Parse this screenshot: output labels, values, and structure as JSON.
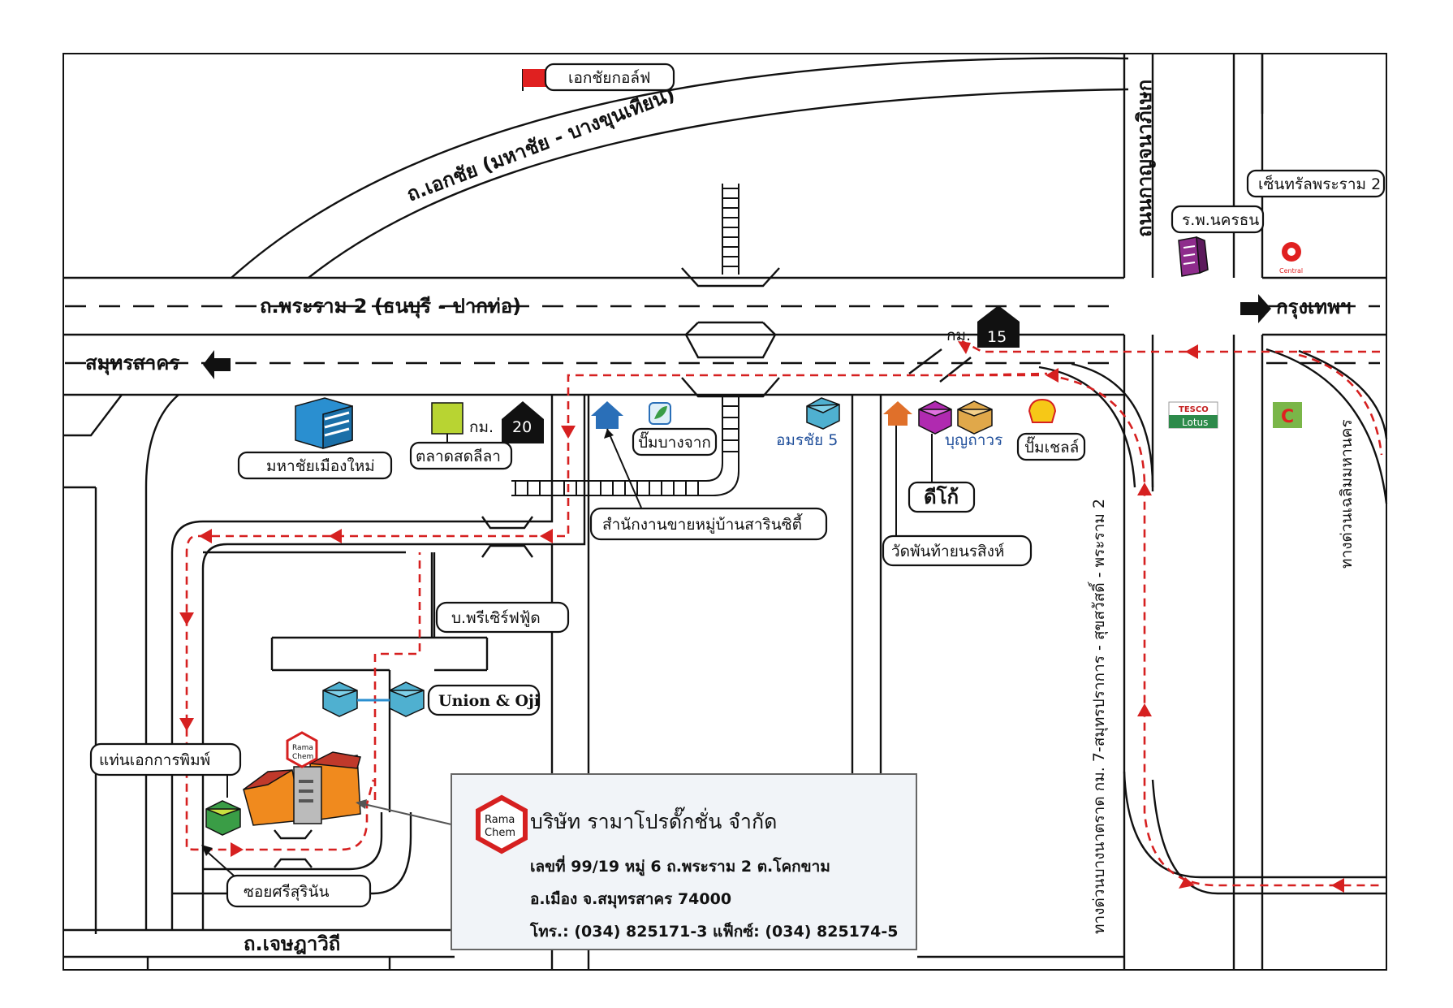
{
  "map": {
    "roads": {
      "ekachai": "ถ.เอกชัย (มหาชัย - บางขุนเทียน)",
      "rama2": "ถ.พระราม 2 (ธนบุรี - ปากท่อ)",
      "kanchanaphisek": "ถนนกาญจนาภิเษก",
      "expressway_right": "ทางด่วนเฉลิมมหานคร",
      "expressway_bottom": "ทางด่วนบางนาตราด กม. 7-สมุทรปราการ - สุขสวัสดิ์ - พระราม 2",
      "chetsada": "ถ.เจษฎาวิถี"
    },
    "directions": {
      "bangkok": "กรุงเทพฯ",
      "samut_sakhon": "สมุทรสาคร"
    },
    "km_markers": [
      {
        "prefix": "กม.",
        "value": "15"
      },
      {
        "prefix": "กม.",
        "value": "20"
      }
    ],
    "labels": {
      "ekachai_golf": "เอกชัยกอล์ฟ",
      "nakhon_hospital": "ร.พ.นครธน",
      "central": "เซ็นทรัลพระราม 2",
      "mahachai_mueang_mai": "มหาชัยเมืองใหม่",
      "talad_lila": "ตลาดสดลีลา",
      "pump_bangchak": "ปั๊มบางจาก",
      "amonchai": "อมรชัย 5",
      "boonthaworn": "บุญถาวร",
      "pump_shell": "ปั๊มเชลล์",
      "dee_ko": "ดีโก้",
      "sarinciti": "สำนักงานขายหมู่บ้านสารินซิตี้",
      "wat_phan_thai": "วัดพันท้ายนรสิงห์",
      "preserve_food": "บ.พรีเซิร์ฟฟู้ด",
      "union_oji": "Union & Oji",
      "thaen_ekkan": "แท่นเอกการพิมพ์",
      "soi_sri_surinan": "ซอยศรีสุรินัน"
    },
    "logos": {
      "tesco_top": "TESCO",
      "tesco_bottom": "Lotus",
      "central_logo": "Central",
      "rama_top": "Rama",
      "rama_bottom": "Chem"
    }
  },
  "company": {
    "logo_top": "Rama",
    "logo_bottom": "Chem",
    "name": "บริษัท รามาโปรดั๊กชั่น จำกัด",
    "address1": "เลขที่ 99/19  หมู่ 6 ถ.พระราม 2  ต.โคกขาม",
    "address2": "อ.เมือง  จ.สมุทรสาคร  74000",
    "contact": "โทร.: (034) 825171-3  แฟ็กซ์: (034) 825174-5"
  },
  "colors": {
    "route": "#d62020",
    "road": "#111111",
    "building_blue": "#2a8fd0",
    "factory_orange": "#f08a1e",
    "factory_roof": "#c0392b"
  },
  "icons": [
    "flag-icon",
    "house-icon",
    "leaf-icon",
    "box-icon",
    "shell-icon",
    "building-icon",
    "factory-icon",
    "arrow-left-icon",
    "arrow-right-icon"
  ]
}
